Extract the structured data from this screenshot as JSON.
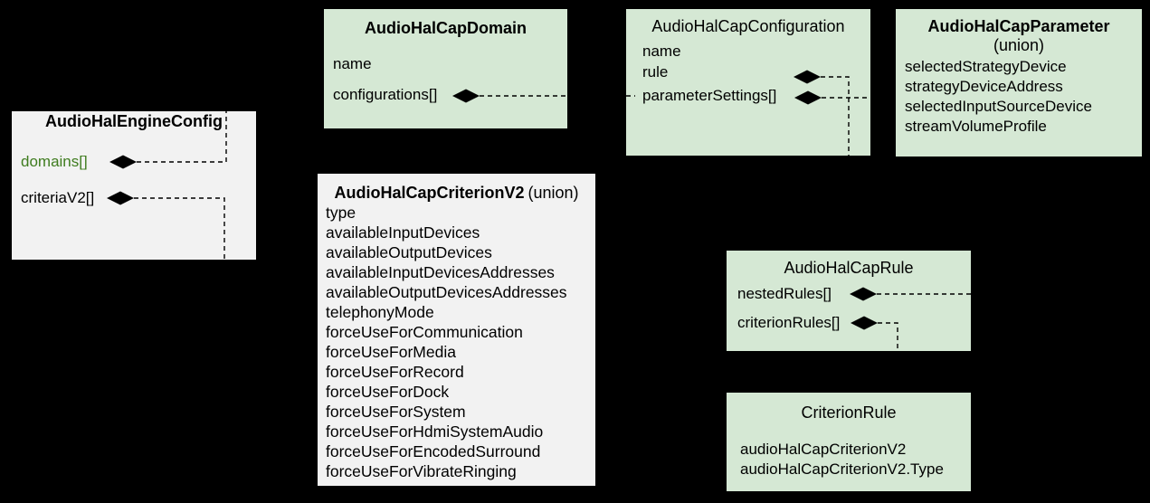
{
  "colors": {
    "background": "#000000",
    "green_box_fill": "#d5e8d4",
    "gray_box_fill": "#f2f2f2",
    "text": "#000000",
    "domains_link_green": "#3f7c1f",
    "connector": "#000000"
  },
  "boxes": {
    "engine": {
      "title": "AudioHalEngineConfig",
      "fields": [
        "domains[]",
        "criteriaV2[]"
      ]
    },
    "domain": {
      "title": "AudioHalCapDomain",
      "fields": [
        "name",
        "configurations[]"
      ]
    },
    "configuration": {
      "title": "AudioHalCapConfiguration",
      "fields": [
        "name",
        "rule",
        "parameterSettings[]"
      ]
    },
    "parameter": {
      "title": "AudioHalCapParameter",
      "subtitle": "(union)",
      "fields": [
        "selectedStrategyDevice",
        "strategyDeviceAddress",
        "selectedInputSourceDevice",
        "streamVolumeProfile"
      ]
    },
    "criterionv2": {
      "title": "AudioHalCapCriterionV2",
      "subtitle": "(union)",
      "fields": [
        "type",
        "availableInputDevices",
        "availableOutputDevices",
        "availableInputDevicesAddresses",
        "availableOutputDevicesAddresses",
        "telephonyMode",
        "forceUseForCommunication",
        "forceUseForMedia",
        "forceUseForRecord",
        "forceUseForDock",
        "forceUseForSystem",
        "forceUseForHdmiSystemAudio",
        "forceUseForEncodedSurround",
        "forceUseForVibrateRinging"
      ]
    },
    "rule": {
      "title": "AudioHalCapRule",
      "fields": [
        "nestedRules[]",
        "criterionRules[]"
      ]
    },
    "criterionrule": {
      "title": "CriterionRule",
      "fields": [
        "audioHalCapCriterionV2",
        "audioHalCapCriterionV2.Type"
      ]
    }
  }
}
